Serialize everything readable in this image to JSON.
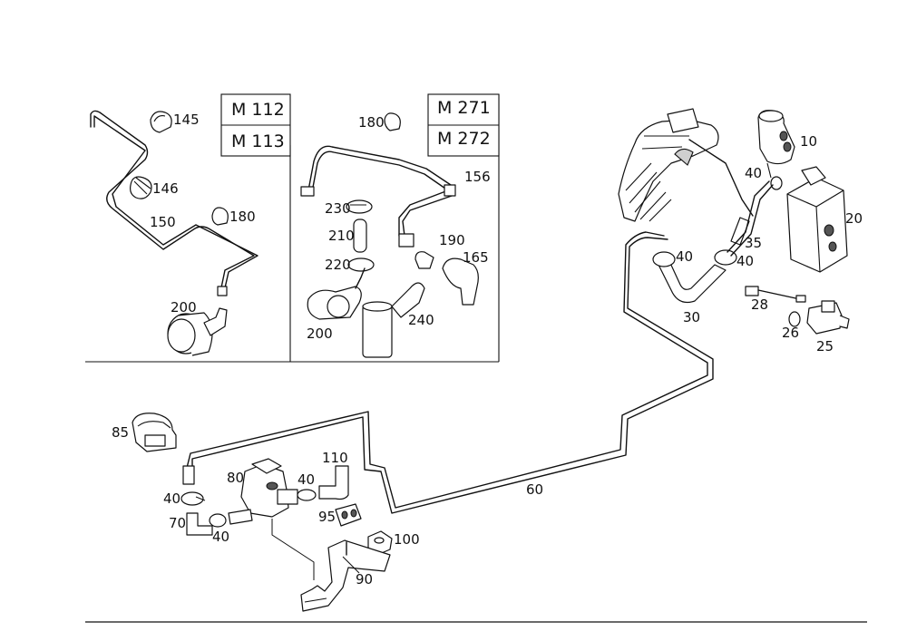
{
  "engine_variants": {
    "left": [
      "M 112",
      "M 113"
    ],
    "right": [
      "M 271",
      "M 272"
    ]
  },
  "callouts": {
    "p145": "145",
    "p146": "146",
    "p150": "150",
    "p180a": "180",
    "p200a": "200",
    "p180b": "180",
    "p156": "156",
    "p230": "230",
    "p210": "210",
    "p220": "220",
    "p190": "190",
    "p165": "165",
    "p200b": "200",
    "p240": "240",
    "p10": "10",
    "p40a": "40",
    "p20": "20",
    "p35": "35",
    "p40b": "40",
    "p40c": "40",
    "p30": "30",
    "p28": "28",
    "p26": "26",
    "p25": "25",
    "p85": "85",
    "p60": "60",
    "p80": "80",
    "p110": "110",
    "p40d": "40",
    "p40e": "40",
    "p70": "70",
    "p40f": "40",
    "p95": "95",
    "p100": "100",
    "p90": "90"
  }
}
